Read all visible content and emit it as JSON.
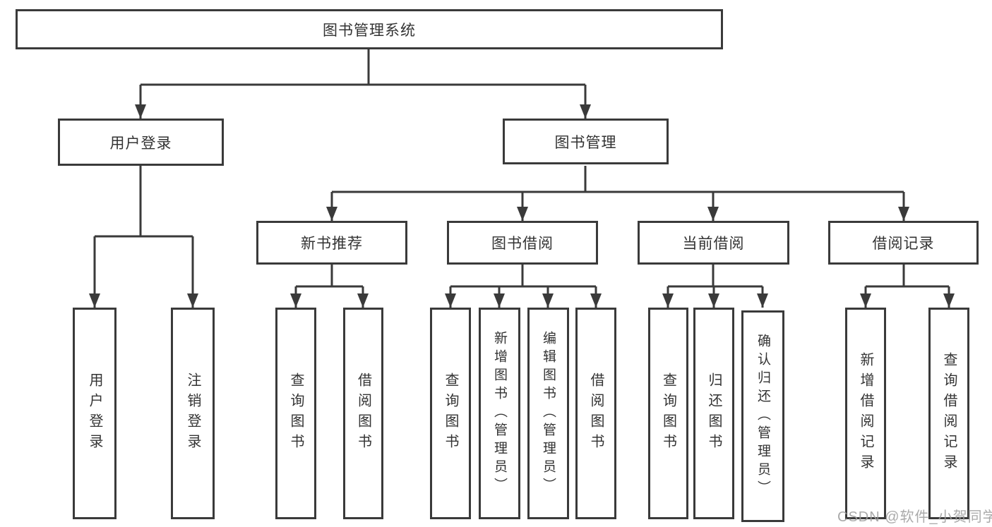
{
  "tree": {
    "root": "图书管理系统",
    "user_login": "用户登录",
    "book_mgmt": "图书管理",
    "l3": [
      "新书推荐",
      "图书借阅",
      "当前借阅",
      "借阅记录"
    ],
    "leaves_login": [
      "用户登录",
      "注销登录"
    ],
    "leaves_newbook": [
      "查询图书",
      "借阅图书"
    ],
    "leaves_borrow": [
      "查询图书",
      "新增图书（管理员）",
      "编辑图书（管理员）",
      "借阅图书"
    ],
    "leaves_current": [
      "查询图书",
      "归还图书",
      "确认归还（管理员）"
    ],
    "leaves_record": [
      "新增借阅记录",
      "查询借阅记录"
    ]
  },
  "watermark": "CSDN @软件_小贺同学",
  "colors": {
    "line": "#3a3a3a",
    "text": "#333333",
    "watermark": "#9e9e9e"
  }
}
